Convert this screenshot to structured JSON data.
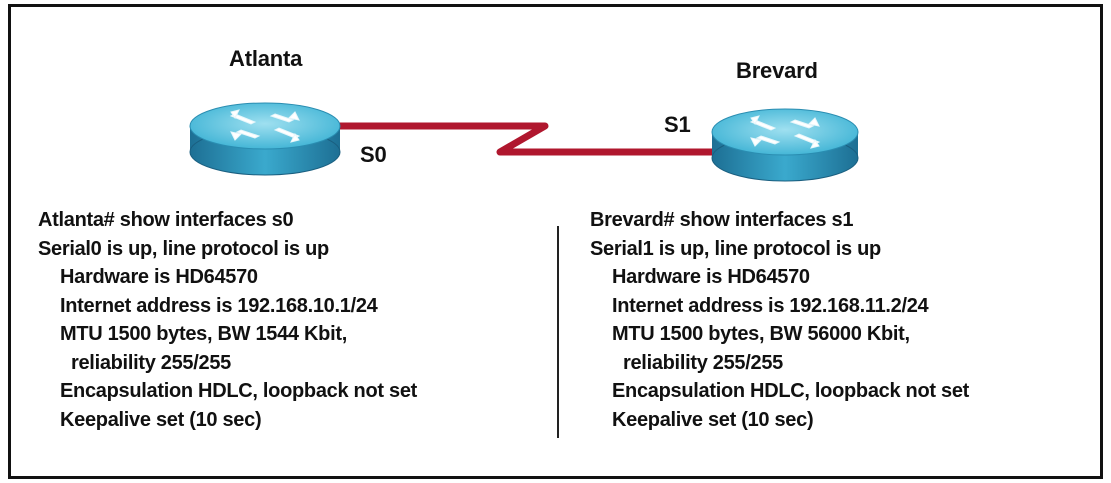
{
  "routers": {
    "left": {
      "name": "Atlanta",
      "port": "S0",
      "output": [
        "Atlanta# show interfaces s0",
        "Serial0 is up, line protocol is up",
        "Hardware is HD64570",
        "Internet address is 192.168.10.1/24",
        "MTU 1500 bytes, BW 1544 Kbit,",
        "reliability 255/255",
        "Encapsulation HDLC, loopback not set",
        "Keepalive set (10 sec)"
      ]
    },
    "right": {
      "name": "Brevard",
      "port": "S1",
      "output": [
        "Brevard# show interfaces s1",
        "Serial1 is up, line protocol is up",
        "Hardware is HD64570",
        "Internet address is 192.168.11.2/24",
        "MTU 1500 bytes, BW 56000 Kbit,",
        "reliability 255/255",
        "Encapsulation HDLC, loopback not set",
        "Keepalive set (10 sec)"
      ]
    }
  },
  "colors": {
    "link": "#b0172e",
    "router_top": "#3fb6d6",
    "router_side": "#1f7fa5"
  }
}
